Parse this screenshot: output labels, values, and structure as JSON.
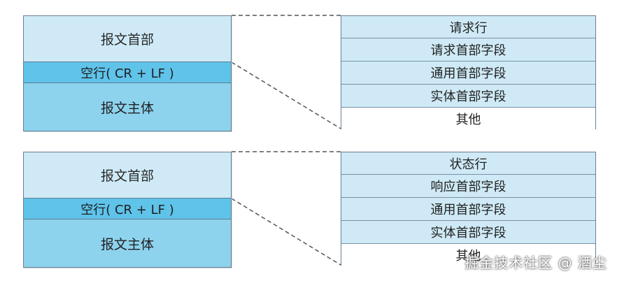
{
  "request": {
    "message": {
      "header": "报文首部",
      "crlf": "空行( CR + LF )",
      "body": "报文主体"
    },
    "detail_rows": [
      "请求行",
      "请求首部字段",
      "通用首部字段",
      "实体首部字段",
      "其他"
    ]
  },
  "response": {
    "message": {
      "header": "报文首部",
      "crlf": "空行( CR + LF )",
      "body": "报文主体"
    },
    "detail_rows": [
      "状态行",
      "响应首部字段",
      "通用首部字段",
      "实体首部字段",
      "其他"
    ]
  },
  "watermark": "掘金技术社区 @ 酒尘"
}
